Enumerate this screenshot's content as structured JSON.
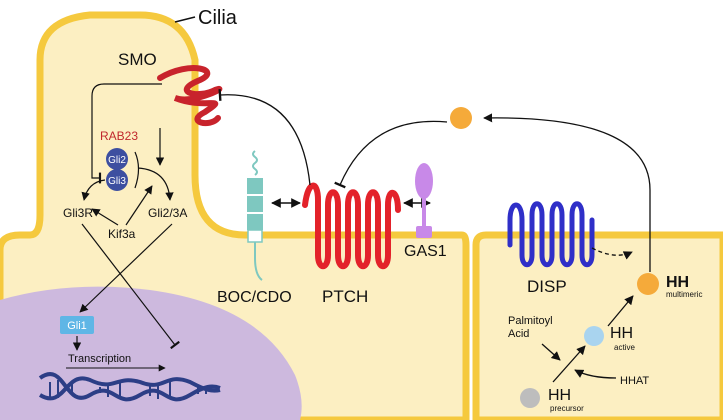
{
  "labels": {
    "cilia": "Cilia",
    "smo": "SMO",
    "rab23": "RAB23",
    "gli2": "Gli2",
    "gli3": "Gli3",
    "gli3r": "Gli3R",
    "gli23a": "Gli2/3A",
    "kif3a": "Kif3a",
    "gli1": "Gli1",
    "transcription": "Transcription",
    "boc_cdo": "BOC/CDO",
    "ptch": "PTCH",
    "gas1": "GAS1",
    "disp": "DISP",
    "hh_multimeric": "HH",
    "hh_multimeric_sub": "multimeric",
    "hh_active": "HH",
    "hh_active_sub": "active",
    "hh_precursor": "HH",
    "hh_precursor_sub": "precursor",
    "palmitoyl": "Palmitoyl",
    "acid": "Acid",
    "hhat": "HHAT"
  },
  "colors": {
    "membrane": "#f5c93e",
    "cytoplasm": "#fcefc2",
    "nucleus": "#cdb9de",
    "smo": "#c8232c",
    "ptch": "#e3222a",
    "disp": "#2f2fc8",
    "gli_circle": "#3d4fa0",
    "gli1_box": "#5fb6e6",
    "dna": "#2c3e86",
    "boc": "#7ec8c0",
    "gas1": "#c889e8",
    "hh_orange": "#f5aa3a",
    "hh_blue": "#a9d4ef",
    "hh_grey": "#bdbdbd",
    "rab23_text": "#c0282d"
  }
}
